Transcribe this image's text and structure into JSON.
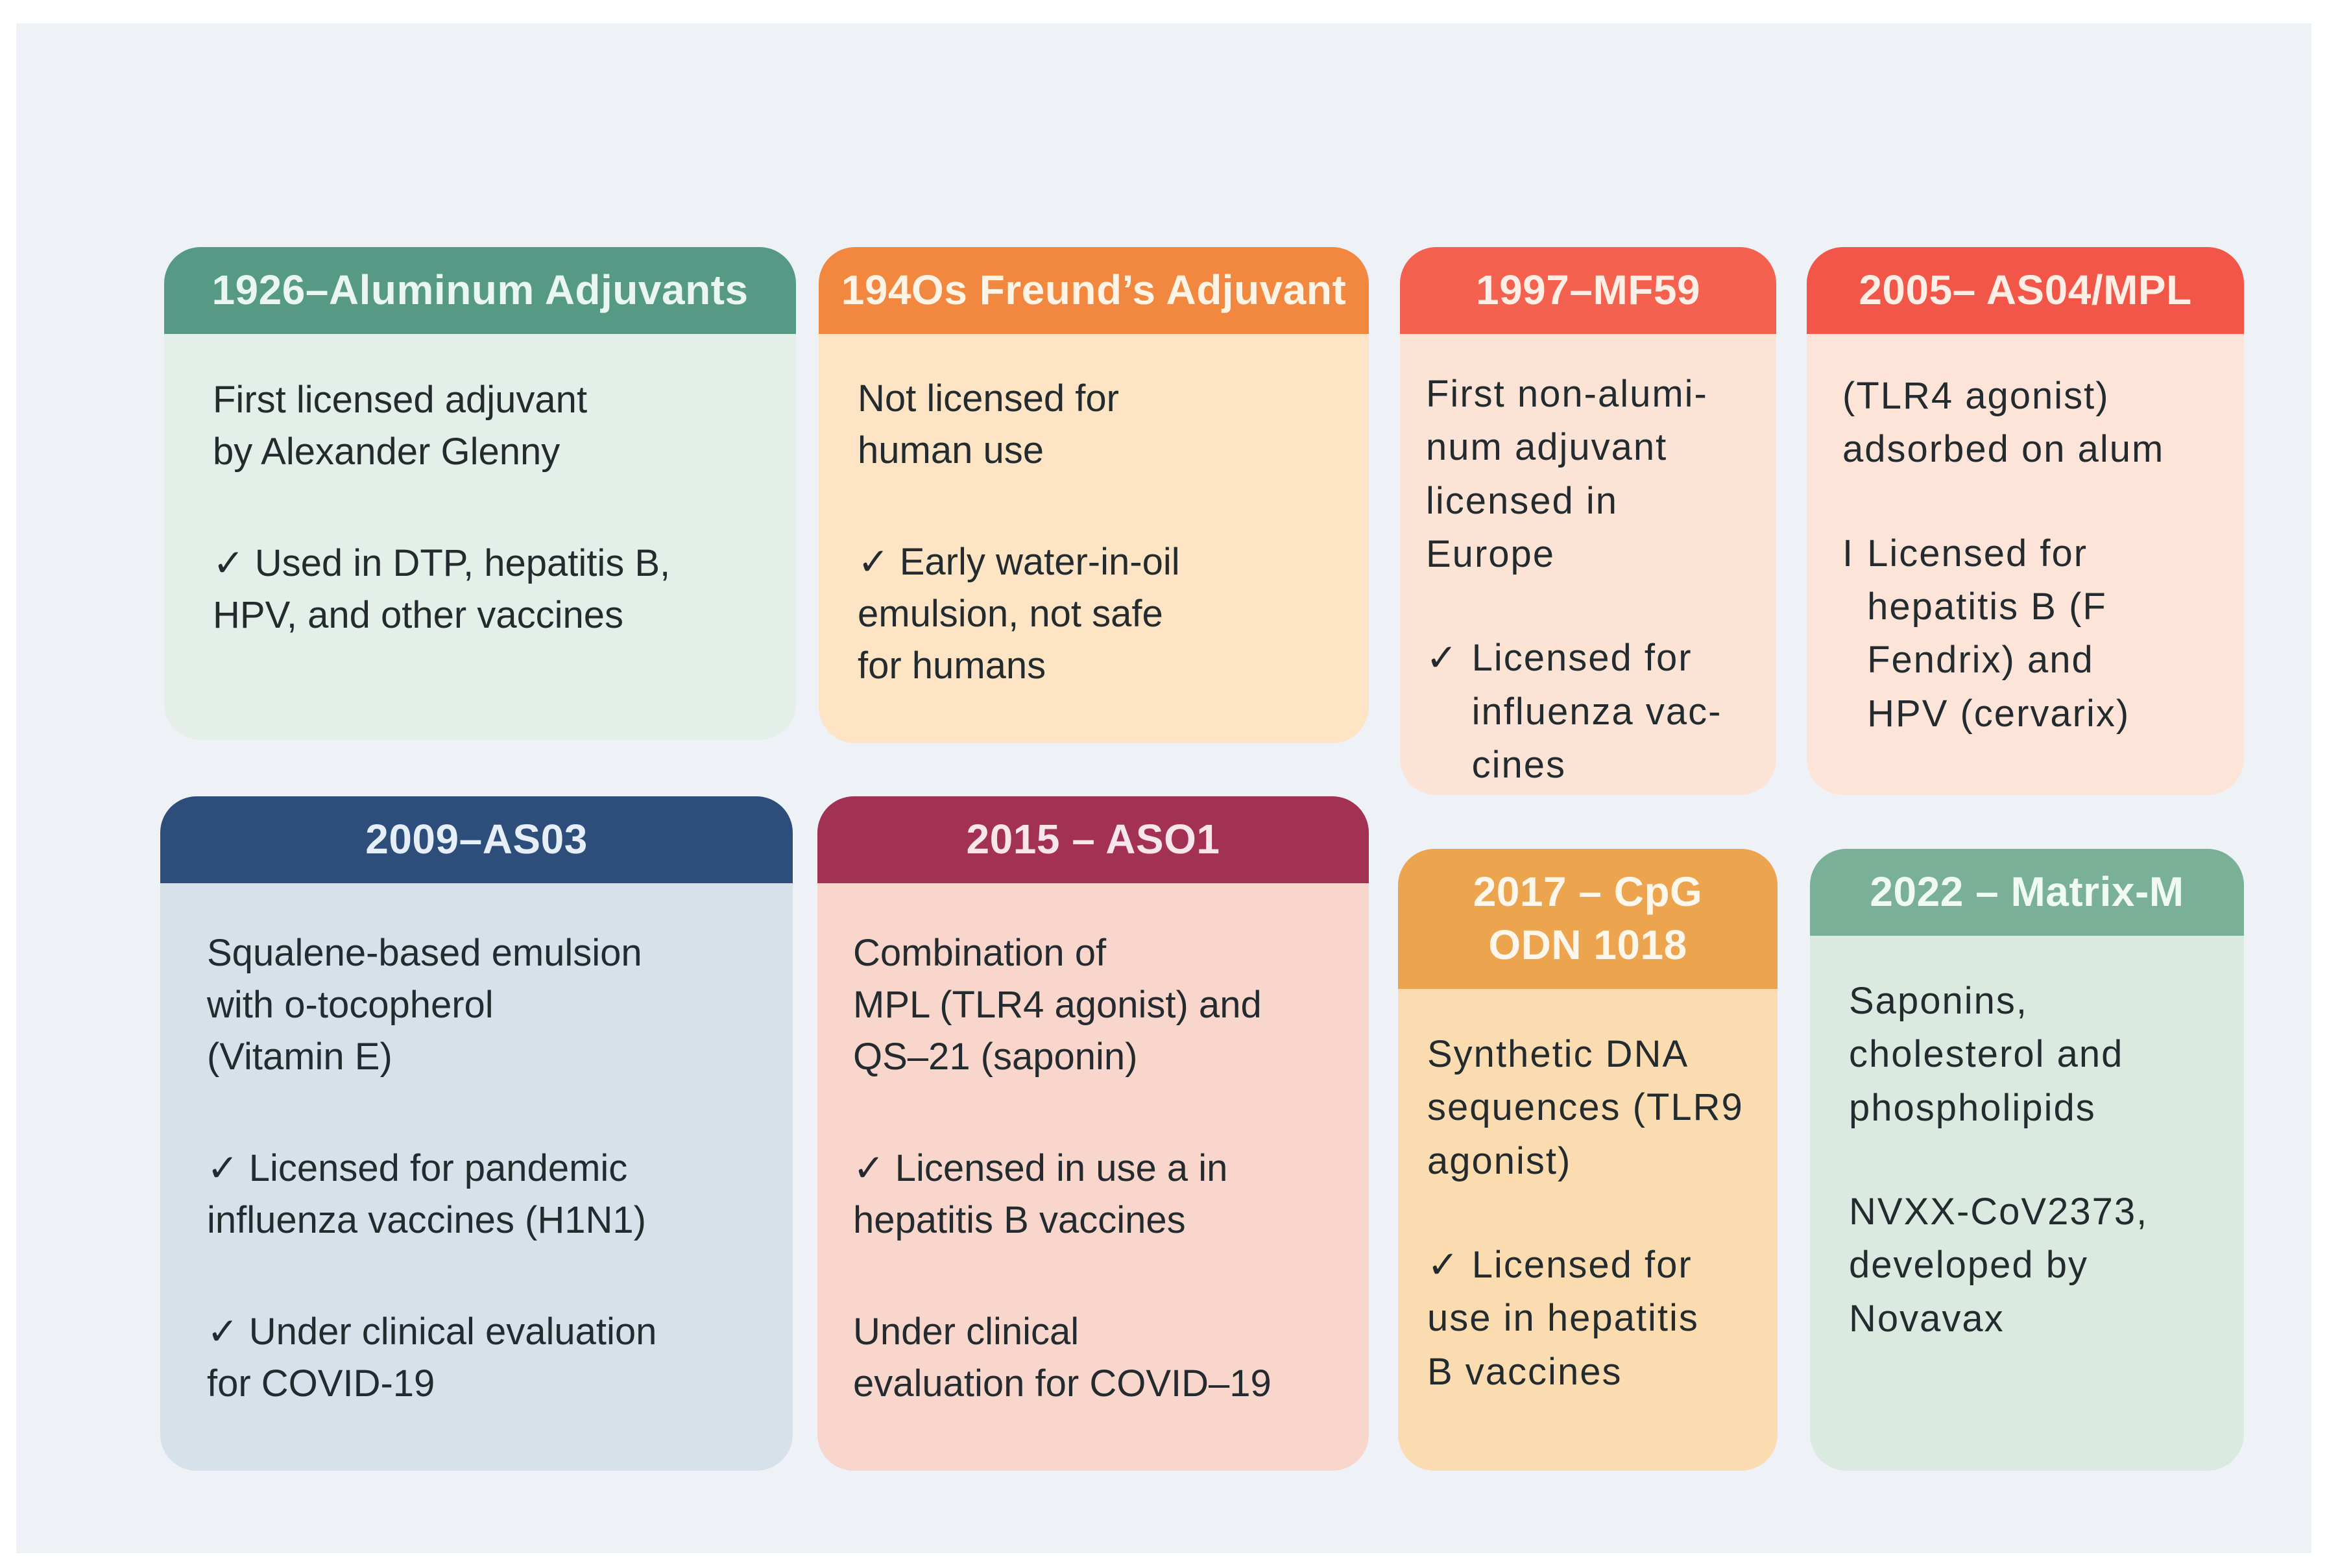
{
  "page": {
    "margin_background": "#ffffff",
    "canvas_background": "#eef2f6",
    "body_text_color": "#242b2e"
  },
  "cards": [
    {
      "id": "1926-aluminum-adjuvants",
      "title": "1926–Aluminum Adjuvants",
      "header_bg": "#569a85",
      "header_fg": "#eaf6f0",
      "body_bg": "#e4efe9",
      "blocks": [
        {
          "marker": "",
          "text": "First licensed adjuvant\nby Alexander Glenny"
        },
        {
          "marker": "",
          "text": "✓ Used in DTP, hepatitis B,\nHPV, and other vaccines"
        }
      ]
    },
    {
      "id": "1940s-freunds-adjuvant",
      "title": "194Os Freund’s Adjuvant",
      "header_bg": "#f2873f",
      "header_fg": "#fdf4e6",
      "body_bg": "#fce4c5",
      "blocks": [
        {
          "marker": "",
          "text": "Not licensed for\nhuman use"
        },
        {
          "marker": "",
          "text": "✓ Early water-in-oil\nemulsion, not safe\nfor humans"
        }
      ]
    },
    {
      "id": "1997-mf59",
      "title": "1997–MF59",
      "header_bg": "#f4614e",
      "header_fg": "#fdeee6",
      "body_bg": "#fbe3d6",
      "blocks": [
        {
          "marker": "",
          "text": "First non-alumi-\nnum adjuvant\nlicensed in\nEurope"
        },
        {
          "marker": "✓",
          "text": "Licensed for\ninfluenza vac-\ncines"
        }
      ]
    },
    {
      "id": "2005-as04-mpl",
      "title": "2005– AS04/MPL",
      "header_bg": "#f25649",
      "header_fg": "#fdeee6",
      "body_bg": "#fce5d8",
      "blocks": [
        {
          "marker": "",
          "text": "(TLR4 agonist)\nadsorbed on alum"
        },
        {
          "marker": "I",
          "text": "Licensed for\nhepatitis B (F\nFendrix) and\nHPV (cervarix)"
        }
      ]
    },
    {
      "id": "2009-as03",
      "title": "2009–AS03",
      "header_bg": "#2d4d7b",
      "header_fg": "#e6eef7",
      "body_bg": "#d6e1e9",
      "blocks": [
        {
          "marker": "",
          "text": "Squalene-based emulsion\nwith o-tocopherol\n(Vitamin E)"
        },
        {
          "marker": "",
          "text": "✓ Licensed for pandemic\ninfluenza vaccines (H1N1)"
        },
        {
          "marker": "",
          "text": "✓ Under clinical evaluation\nfor COVID-19"
        }
      ]
    },
    {
      "id": "2015-aso1",
      "title": "2015 – ASO1",
      "header_bg": "#a23154",
      "header_fg": "#f9e5ec",
      "body_bg": "#f8d6cc",
      "blocks": [
        {
          "marker": "",
          "text": "Combination of\nMPL (TLR4 agonist) and\nQS–21 (saponin)"
        },
        {
          "marker": "",
          "text": "✓ Licensed in use a in\nhepatitis B vaccines"
        },
        {
          "marker": "",
          "text": "Under clinical\nevaluation for COVID–19"
        }
      ]
    },
    {
      "id": "2017-cpg-odn-1018",
      "title": "2017 – CpG\nODN 1018",
      "header_bg": "#eca44e",
      "header_fg": "#fdf6ea",
      "body_bg": "#fbdcb1",
      "blocks": [
        {
          "marker": "",
          "text": "Synthetic DNA\nsequences (TLR9\nagonist)"
        },
        {
          "marker": "",
          "text": "✓ Licensed for\nuse in hepatitis\nB vaccines"
        }
      ]
    },
    {
      "id": "2022-matrix-m",
      "title": "2022 – Matrix-M",
      "header_bg": "#7ab098",
      "header_fg": "#f0faf4",
      "body_bg": "#dbeae1",
      "blocks": [
        {
          "marker": "",
          "text": "Saponins,\ncholesterol and\nphospholipids"
        },
        {
          "marker": "",
          "text": "NVXX-CoV2373,\ndeveloped by\nNovavax"
        }
      ]
    }
  ]
}
